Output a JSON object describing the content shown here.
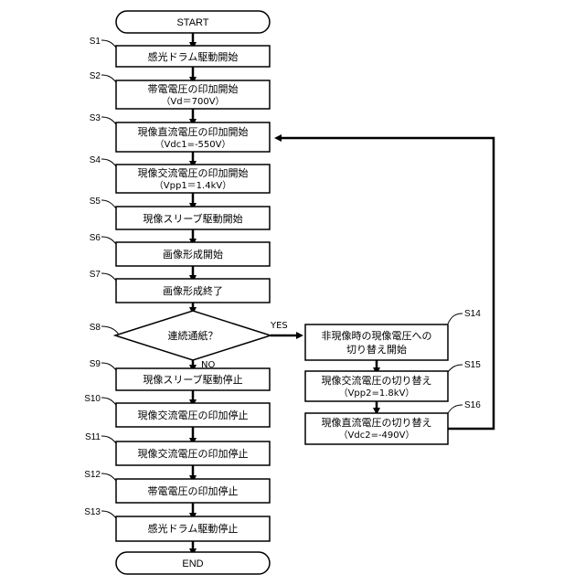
{
  "start_label": "START",
  "end_label": "END",
  "steps": {
    "s1": {
      "id": "S1",
      "text": "感光ドラム駆動開始"
    },
    "s2": {
      "id": "S2",
      "text": "帯電電圧の印加開始",
      "sub": "（Vd＝700V）"
    },
    "s3": {
      "id": "S3",
      "text": "現像直流電圧の印加開始",
      "sub": "（Vdc1=-550V）"
    },
    "s4": {
      "id": "S4",
      "text": "現像交流電圧の印加開始",
      "sub": "（Vpp1＝1.4kV）"
    },
    "s5": {
      "id": "S5",
      "text": "現像スリーブ駆動開始"
    },
    "s6": {
      "id": "S6",
      "text": "画像形成開始"
    },
    "s7": {
      "id": "S7",
      "text": "画像形成終了"
    },
    "s8": {
      "id": "S8",
      "text": "連続通紙？",
      "yes": "YES",
      "no": "NO"
    },
    "s9": {
      "id": "S9",
      "text": "現像スリーブ駆動停止"
    },
    "s10": {
      "id": "S10",
      "text": "現像交流電圧の印加停止"
    },
    "s11": {
      "id": "S11",
      "text": "現像交流電圧の印加停止"
    },
    "s12": {
      "id": "S12",
      "text": "帯電電圧の印加停止"
    },
    "s13": {
      "id": "S13",
      "text": "感光ドラム駆動停止"
    },
    "s14": {
      "id": "S14",
      "text": "非現像時の現像電圧への",
      "text2": "切り替え開始"
    },
    "s15": {
      "id": "S15",
      "text": "現像交流電圧の切り替え",
      "sub": "（Vpp2=1.8kV）"
    },
    "s16": {
      "id": "S16",
      "text": "現像直流電圧の切り替え",
      "sub": "（Vdc2=-490V）"
    }
  }
}
